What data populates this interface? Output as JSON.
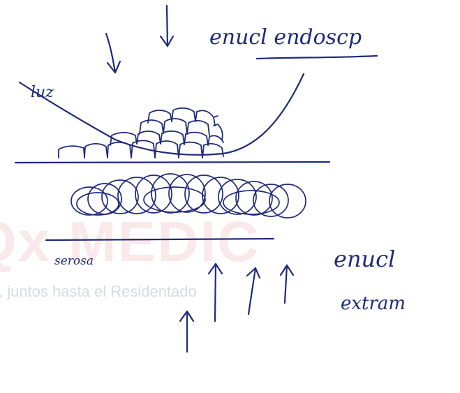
{
  "watermark": {
    "logo": "Qx MEDIC",
    "tagline": ", juntos hasta el Residentado"
  },
  "labels": {
    "enucl_endoscop": "enucl endoscp",
    "luz": "luz",
    "serosa": "serosa",
    "enucl": "enucl",
    "extram": "extram"
  },
  "colors": {
    "ink": "#1f2a7a",
    "watermark_red": "#e8a0a6",
    "watermark_gray": "#b9bec8"
  }
}
